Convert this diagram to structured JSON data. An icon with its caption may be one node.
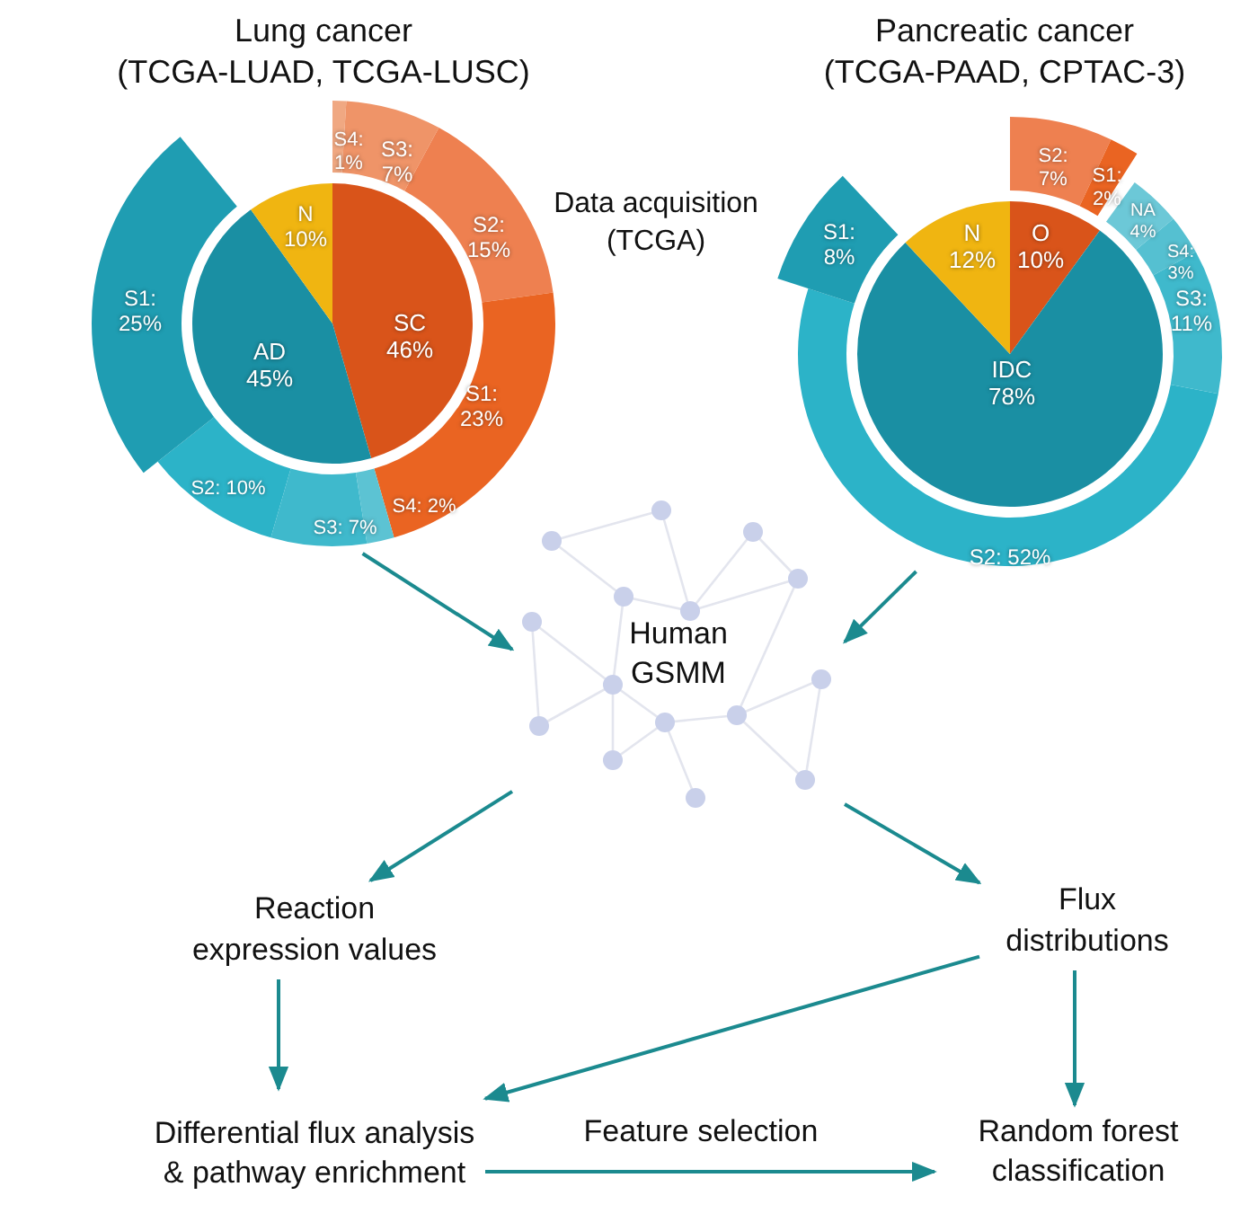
{
  "diagram": {
    "nodes": [
      {
        "text": [
          "Lung cancer",
          "(TCGA-LUAD, TCGA-LUSC)"
        ]
      },
      {
        "text": [
          "Pancreatic cancer",
          "(TCGA-PAAD, CPTAC-3)"
        ]
      },
      {
        "text": [
          "Human GSMM"
        ]
      },
      {
        "text": [
          "Reaction expression values"
        ]
      },
      {
        "text": [
          "Flux distributions"
        ]
      },
      {
        "text": [
          "Differential flux analysis & pathway enrichment"
        ]
      },
      {
        "text": [
          "Random forest classification"
        ]
      }
    ],
    "edges": [
      {
        "from": 0,
        "to": 2,
        "arrow": "to"
      },
      {
        "from": 1,
        "to": 2,
        "arrow": "to"
      },
      {
        "from": 2,
        "to": 3,
        "arrow": "to"
      },
      {
        "from": 2,
        "to": 4,
        "arrow": "to"
      },
      {
        "from": 3,
        "to": 5,
        "arrow": "to"
      },
      {
        "from": 4,
        "to": 5,
        "arrow": "to"
      },
      {
        "from": 4,
        "to": 6,
        "arrow": "to"
      },
      {
        "from": 5,
        "to": 6,
        "label": "Feature selection",
        "arrow": "to"
      }
    ],
    "labels": [
      "Data acquisition (TCGA)",
      "S4: 1%",
      "S3: 7%",
      "N 10%",
      "S2: 15%",
      "S1: 25%",
      "SC 46%",
      "AD 45%",
      "S1: 23%",
      "S2: 10%",
      "S3: 7%",
      "S4: 2%",
      "S2: 7%",
      "S1: 2%",
      "NA 4%",
      "S1: 8%",
      "N 12%",
      "O 10%",
      "S4: 3%",
      "S3: 11%",
      "IDC 78%",
      "S2: 52%"
    ]
  }
}
